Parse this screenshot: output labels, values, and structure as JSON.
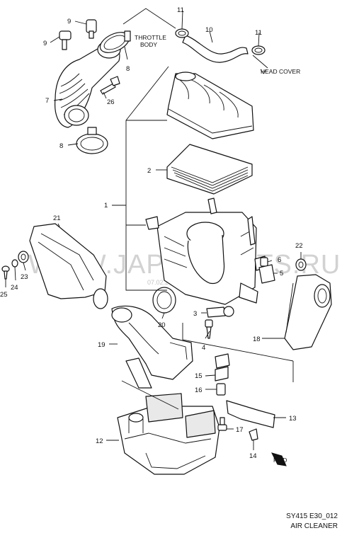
{
  "watermark": {
    "text": "WWW.JAPANPARTS.RU",
    "date": "07.02.2010"
  },
  "labels": {
    "throttle_body_1": "THROTTLE",
    "throttle_body_2": "BODY",
    "head_cover": "HEAD COVER",
    "fwd": "FWD"
  },
  "callouts": {
    "c1": "1",
    "c2": "2",
    "c3": "3",
    "c4": "4",
    "c5": "5",
    "c6": "6",
    "c7": "7",
    "c8a": "8",
    "c8b": "8",
    "c9a": "9",
    "c9b": "9",
    "c10": "10",
    "c11a": "11",
    "c11b": "11",
    "c12": "12",
    "c13": "13",
    "c14": "14",
    "c15": "15",
    "c16": "16",
    "c17": "17",
    "c18": "18",
    "c19": "19",
    "c20": "20",
    "c21": "21",
    "c22": "22",
    "c23": "23",
    "c24": "24",
    "c25": "25",
    "c26": "26"
  },
  "footer": {
    "code": "SY415 E30_012",
    "title": "AIR CLEANER"
  }
}
